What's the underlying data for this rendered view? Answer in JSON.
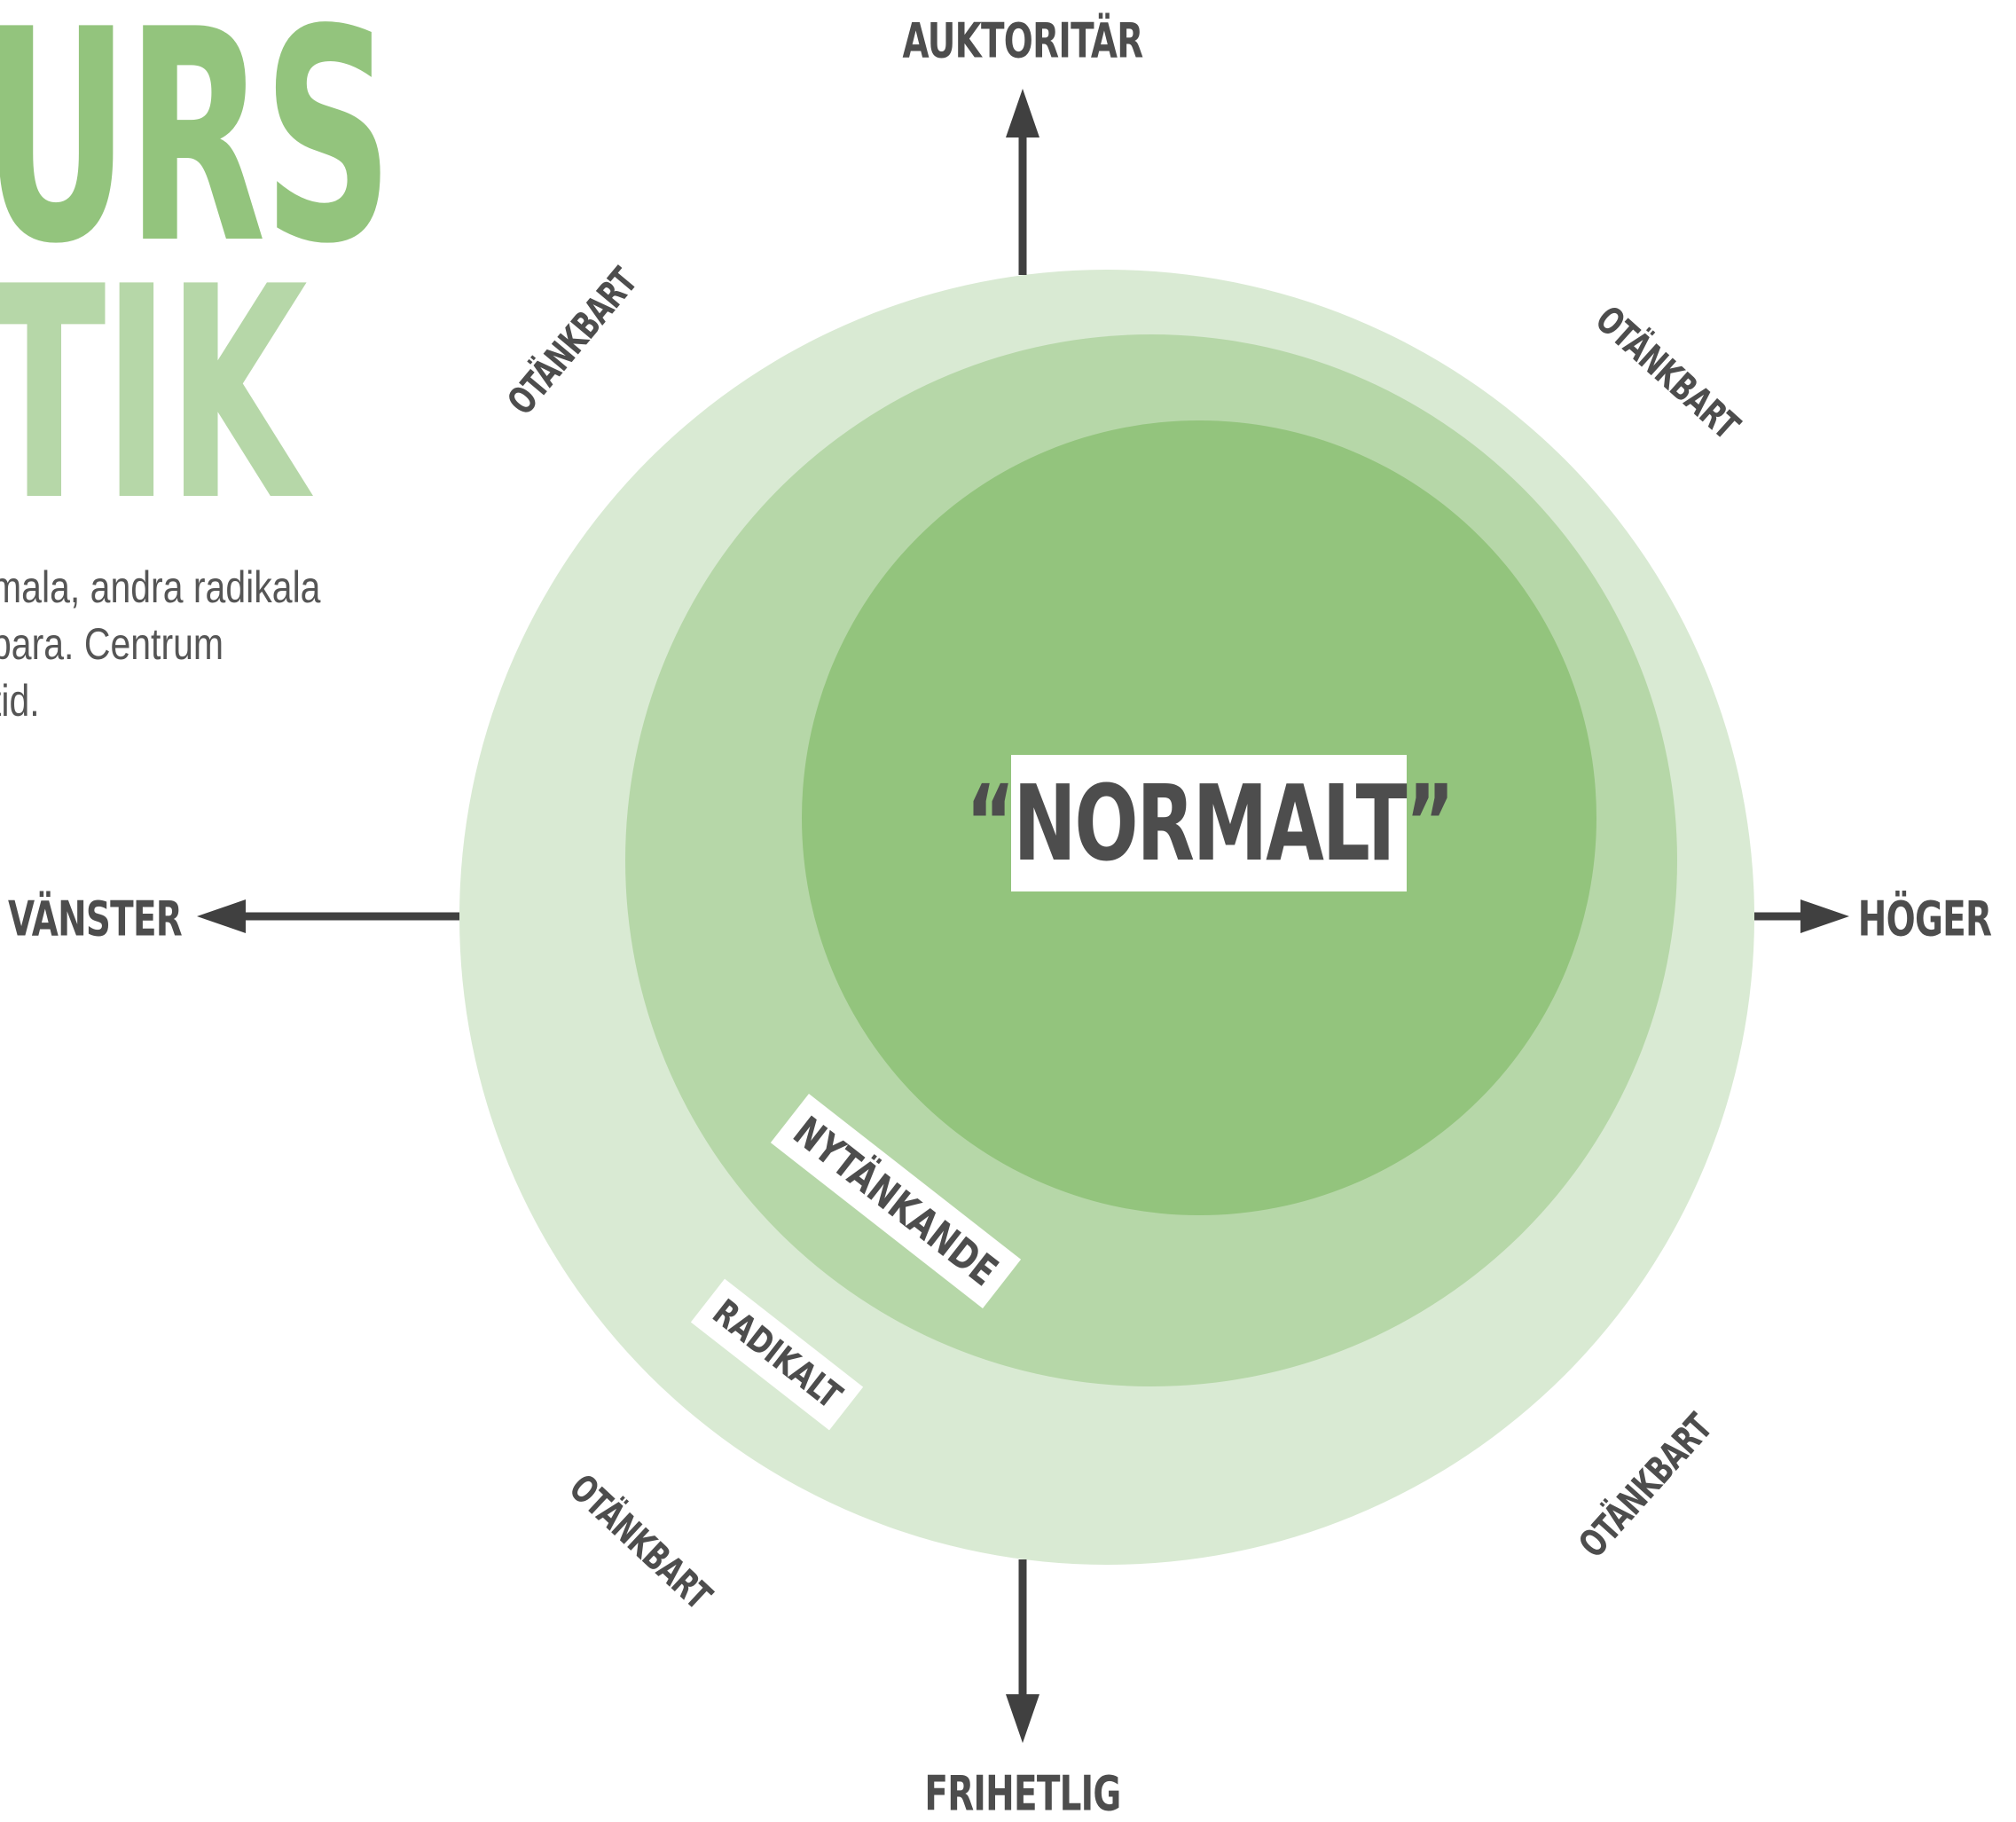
{
  "title": {
    "line1": "URS",
    "line2": "TIK",
    "line1_color": "#93c47d",
    "line2_color": "#b6d7a8"
  },
  "intro": {
    "line1": "mala, andra radikala",
    "line2": "bara. Centrum",
    "line3": "tid."
  },
  "diagram": {
    "center_label": "“NORMALT”",
    "ring_labels": {
      "inner": "NYTÄNKANDE",
      "outer": "RADIKALT"
    },
    "corner_label": "OTÄNKBART",
    "axes": {
      "top": "AUKTORITÄR",
      "bottom": "FRIHETLIG",
      "left": "VÄNSTER",
      "right": "HÖGER"
    },
    "colors": {
      "outer_ring": "#d9ead3",
      "middle_ring": "#b6d7a8",
      "inner_circle": "#93c47d",
      "arrow": "#404040",
      "text": "#4d4d4d"
    }
  }
}
